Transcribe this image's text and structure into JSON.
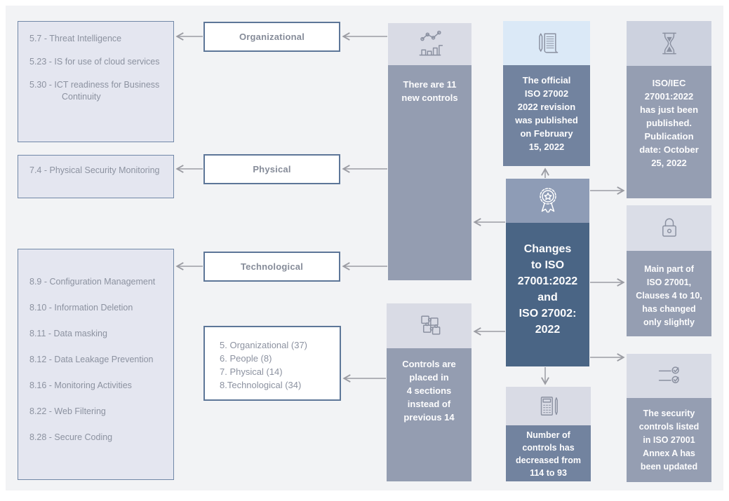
{
  "colors": {
    "panel_bg": "#f2f3f5",
    "list_box_fill": "#e4e6f0",
    "list_box_border": "#7187a7",
    "category_box_border": "#5d7698",
    "body_gray_blue": "#949db1",
    "body_slate": "#72839f",
    "body_light_slate": "#959eb2",
    "center_body": "#4a6585",
    "center_header": "#8e9cb6",
    "header_light_gray": "#d9dbe5",
    "header_light_blue": "#dbe9f7",
    "arrow": "#9b9ca3"
  },
  "left_boxes": {
    "organizational_controls": {
      "items": [
        "5.7 - Threat Intelligence",
        "5.23 - IS for use of cloud services",
        "5.30 - ICT readiness for Business Continuity"
      ]
    },
    "physical_controls": {
      "items": [
        "7.4 - Physical Security Monitoring"
      ]
    },
    "technological_controls": {
      "items": [
        "8.9 - Configuration Management",
        "8.10 - Information Deletion",
        "8.11 - Data masking",
        "8.12 - Data Leakage Prevention",
        "8.16 - Monitoring Activities",
        "8.22 - Web Filtering",
        "8.28 - Secure Coding"
      ]
    }
  },
  "category_boxes": {
    "organizational": "Organizational",
    "physical": "Physical",
    "technological": "Technological"
  },
  "sections_box": {
    "items": [
      "5. Organizational (37)",
      "6. People (8)",
      "7. Physical (14)",
      "8.Technological (34)"
    ]
  },
  "nodes": {
    "center": {
      "icon": "award-ribbon",
      "text": "Changes\nto ISO\n27001:2022\nand\nISO 27002:\n2022"
    },
    "new_controls": {
      "icon": "chart-growth",
      "text": "There are 11\nnew controls"
    },
    "four_sections": {
      "icon": "puzzle-pieces",
      "text": "Controls are\nplaced in\n4 sections\ninstead of\nprevious 14"
    },
    "iso27002_revision": {
      "icon": "pencil-document",
      "text": "The official\nISO 27002\n2022 revision\nwas published\non February\n15, 2022"
    },
    "controls_decreased": {
      "icon": "calculator-pencil",
      "text": "Number of\ncontrols has\ndecreased from\n114 to 93"
    },
    "iso27001_published": {
      "icon": "hourglass",
      "text": "ISO/IEC\n27001:2022\nhas just been\npublished.\nPublication\ndate: October\n25, 2022"
    },
    "clauses_changed": {
      "icon": "padlock",
      "text": "Main part of\nISO 27001,\nClauses 4 to 10,\nhas changed\nonly slightly"
    },
    "annex_updated": {
      "icon": "checklist",
      "text": "The security\ncontrols listed\nin ISO 27001\nAnnex A has\nbeen updated"
    }
  }
}
